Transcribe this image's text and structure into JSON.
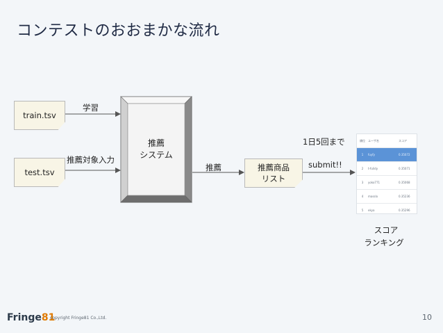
{
  "slide": {
    "title": "コンテストのおおまかな流れ",
    "page_number": "10"
  },
  "nodes": {
    "train": "train.tsv",
    "test": "test.tsv",
    "system_line1": "推薦",
    "system_line2": "システム",
    "list_line1": "推薦商品",
    "list_line2": "リスト",
    "score_line1": "スコア",
    "score_line2": "ランキング"
  },
  "edges": {
    "learn": "学習",
    "input": "推薦対象入力",
    "recommend": "推薦",
    "daily": "1日5回まで",
    "submit": "submit!!"
  },
  "ranking": {
    "headers": [
      "順位",
      "ユーザ名",
      "スコア"
    ],
    "rows": [
      {
        "rank": "1",
        "user": "fuyfy",
        "score": "0.35072"
      },
      {
        "rank": "2",
        "user": "t-fulidy",
        "score": "0.35071"
      },
      {
        "rank": "3",
        "user": "yoko771",
        "score": "0.35068"
      },
      {
        "rank": "4",
        "user": "masslo",
        "score": "0.35236"
      },
      {
        "rank": "5",
        "user": "ekya",
        "score": "0.35296"
      }
    ]
  },
  "footer": {
    "logo_text": "Fringe",
    "logo_accent": "81",
    "copyright": "copyright Fringe81 Co.,Ltd."
  },
  "colors": {
    "highlight_row": "#5b93d7",
    "logo_accent": "#e07a00",
    "arrow": "#555555"
  }
}
